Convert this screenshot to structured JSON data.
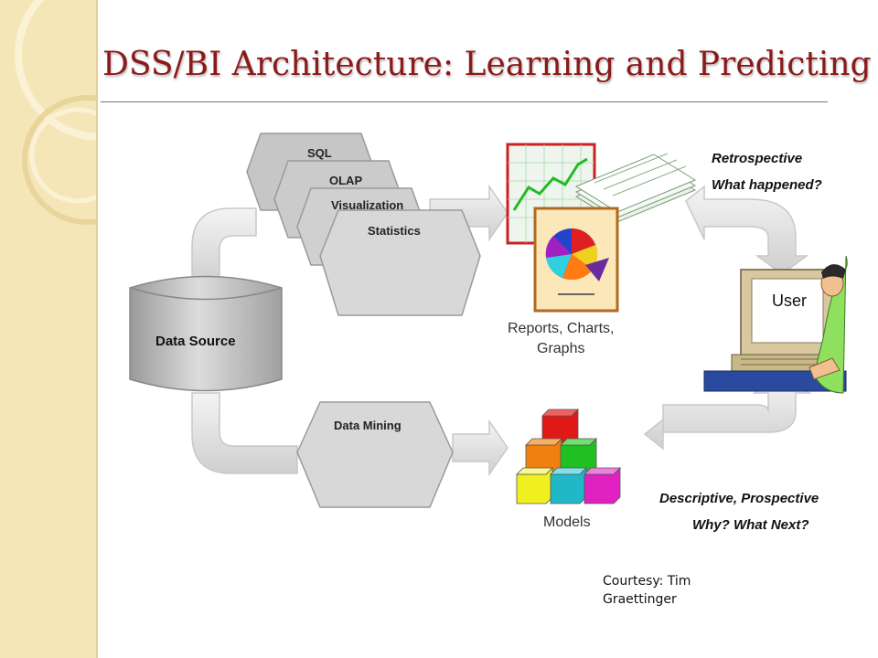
{
  "slide": {
    "title": "DSS/BI Architecture: Learning and Predicting",
    "credit": "Courtesy: Tim Graettinger"
  },
  "diagram": {
    "source_label": "Data Source",
    "tools": [
      "SQL",
      "OLAP",
      "Visualization",
      "Statistics"
    ],
    "mining_label": "Data Mining",
    "reports_label_line1": "Reports, Charts,",
    "reports_label_line2": "Graphs",
    "models_label": "Models",
    "user_label": "User",
    "retro_line1": "Retrospective",
    "retro_line2": "What happened?",
    "pro_line1": "Descriptive, Prospective",
    "pro_line2": "Why? What Next?"
  },
  "colors": {
    "title": "#8b1a1a",
    "sidebar": "#f5e6b8",
    "chart_frame": "#cc2222",
    "chart_line": "#22bb22",
    "cube_red": "#e01818",
    "cube_orange": "#f08010",
    "cube_green": "#20c020",
    "cube_yellow": "#f0f020",
    "cube_cyan": "#20b8c8",
    "cube_magenta": "#e020c0"
  }
}
